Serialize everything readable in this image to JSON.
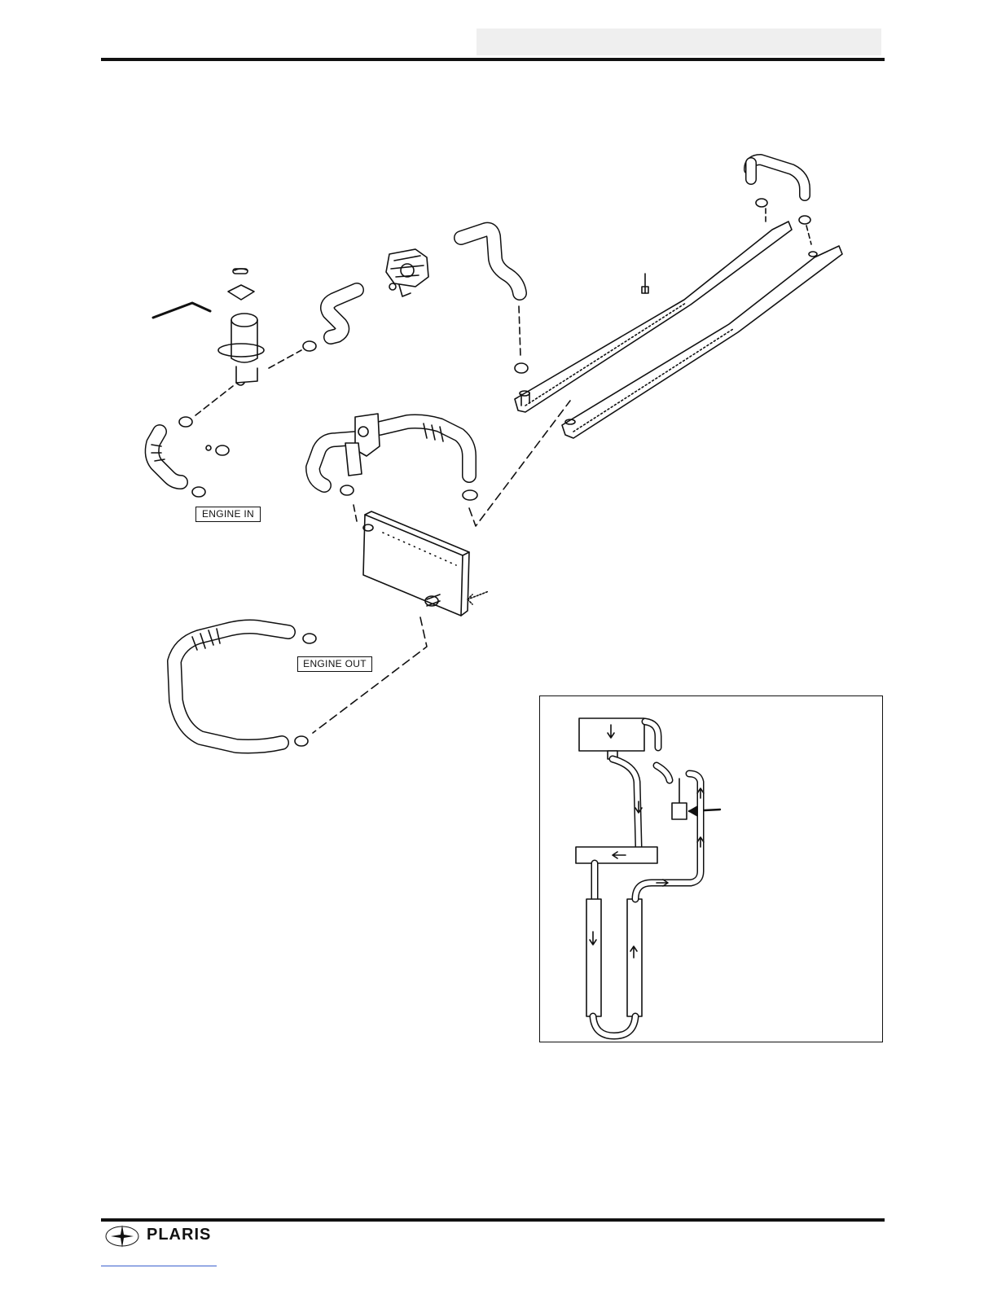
{
  "labels": {
    "engine_in": "ENGINE IN",
    "engine_out": "ENGINE OUT"
  },
  "footer": {
    "brand": "PLARIS"
  },
  "icons": {
    "brand_logo": "polaris-star-icon"
  }
}
